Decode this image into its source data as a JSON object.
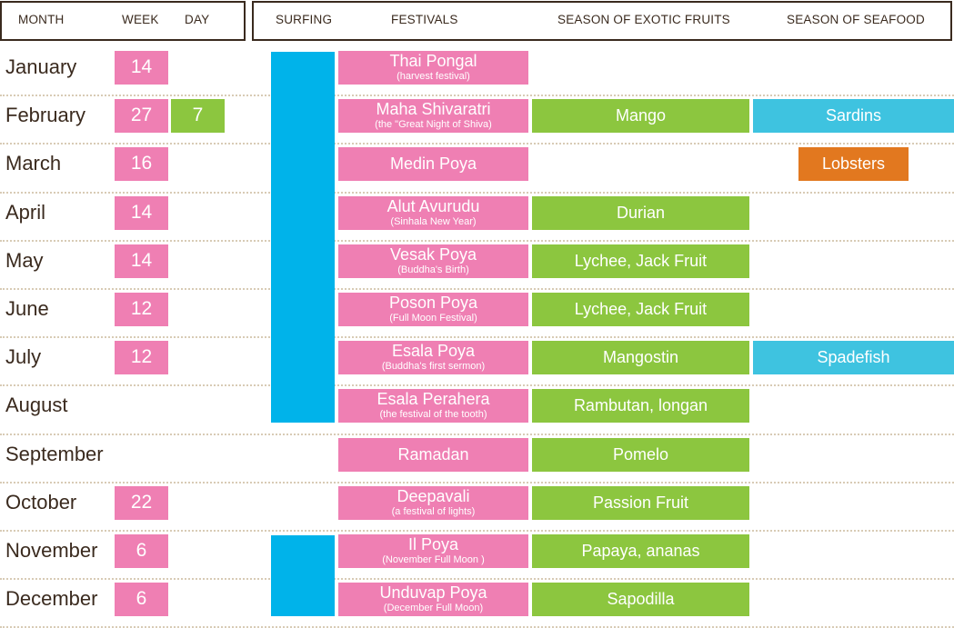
{
  "headers": {
    "month": "MONTH",
    "week": "WEEK",
    "day": "DAY",
    "surfing": "SURFING",
    "festivals": "FESTIVALS",
    "fruits": "SEASON OF EXOTIC FRUITS",
    "seafood": "SEASON OF SEAFOOD"
  },
  "months": [
    "January",
    "February",
    "March",
    "April",
    "May",
    "June",
    "July",
    "August",
    "September",
    "October",
    "November",
    "December"
  ],
  "weeks": [
    {
      "row": 0,
      "value": "14"
    },
    {
      "row": 1,
      "value": "27"
    },
    {
      "row": 2,
      "value": "16"
    },
    {
      "row": 3,
      "value": "14"
    },
    {
      "row": 4,
      "value": "14"
    },
    {
      "row": 5,
      "value": "12"
    },
    {
      "row": 6,
      "value": "12"
    },
    {
      "row": 9,
      "value": "22"
    },
    {
      "row": 10,
      "value": "6"
    },
    {
      "row": 11,
      "value": "6"
    }
  ],
  "days": [
    {
      "row": 1,
      "value": "7"
    }
  ],
  "surfing": [
    {
      "from_row": 0,
      "to_row": 7
    },
    {
      "from_row": 10,
      "to_row": 11
    }
  ],
  "festivals": [
    {
      "row": 0,
      "name": "Thai Pongal",
      "note": "(harvest festival)"
    },
    {
      "row": 1,
      "name": "Maha Shivaratri",
      "note": "(the \"Great Night  of Shiva)"
    },
    {
      "row": 2,
      "name": "Medin Poya",
      "note": ""
    },
    {
      "row": 3,
      "name": "Alut Avurudu",
      "note": "(Sinhala New Year)"
    },
    {
      "row": 4,
      "name": "Vesak Poya",
      "note": "(Buddha's Birth)"
    },
    {
      "row": 5,
      "name": "Poson Poya",
      "note": "(Full Moon Festival)"
    },
    {
      "row": 6,
      "name": "Esala Poya",
      "note": "(Buddha's first sermon)"
    },
    {
      "row": 7,
      "name": "Esala Perahera",
      "note": "(the festival of the tooth)"
    },
    {
      "row": 8,
      "name": "Ramadan",
      "note": ""
    },
    {
      "row": 9,
      "name": "Deepavali",
      "note": "(a festival of lights)"
    },
    {
      "row": 10,
      "name": "Il Poya",
      "note": "(November Full Moon )"
    },
    {
      "row": 11,
      "name": "Unduvap Poya",
      "note": "(December Full Moon)"
    }
  ],
  "fruits": [
    {
      "row": 1,
      "name": "Mango"
    },
    {
      "row": 3,
      "name": "Durian"
    },
    {
      "row": 4,
      "name": "Lychee, Jack Fruit"
    },
    {
      "row": 5,
      "name": "Lychee, Jack Fruit"
    },
    {
      "row": 6,
      "name": "Mangostin"
    },
    {
      "row": 7,
      "name": "Rambutan, longan"
    },
    {
      "row": 8,
      "name": "Pomelo"
    },
    {
      "row": 9,
      "name": "Passion Fruit"
    },
    {
      "row": 10,
      "name": "Papaya, ananas"
    },
    {
      "row": 11,
      "name": "Sapodilla"
    }
  ],
  "seafood": [
    {
      "row": 1,
      "name": "Sardins",
      "color": "cyan"
    },
    {
      "row": 2,
      "name": "Lobsters",
      "color": "orange"
    },
    {
      "row": 6,
      "name": "Spadefish",
      "color": "cyan"
    }
  ],
  "colors": {
    "festival": "#ef7fb3",
    "fruit": "#8cc63f",
    "seafood_cyan": "#3ec3e0",
    "seafood_orange": "#e2781f",
    "surfing": "#00b3ea",
    "text": "#3a2a1e"
  }
}
